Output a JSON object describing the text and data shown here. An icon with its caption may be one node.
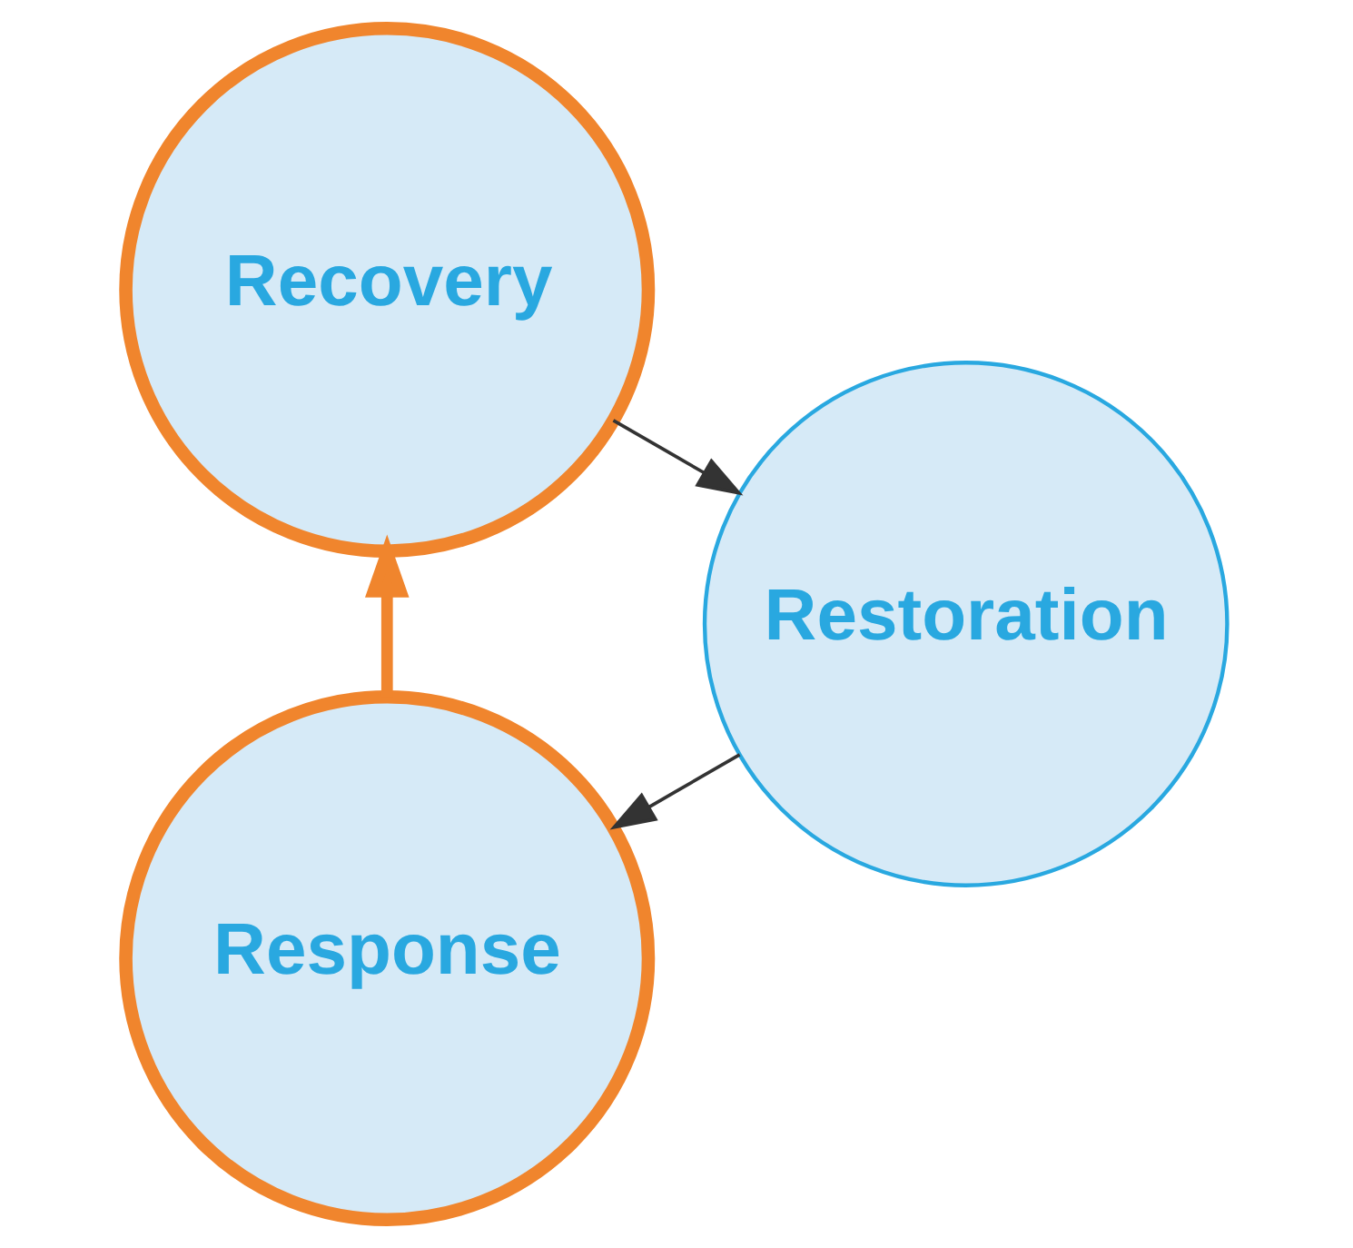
{
  "diagram": {
    "nodes": [
      {
        "text": [
          "Response"
        ]
      },
      {
        "text": [
          "Recovery"
        ]
      },
      {
        "text": [
          "Restoration"
        ]
      }
    ],
    "edges": [
      {
        "from": 0,
        "to": 1,
        "arrow": "to",
        "style": "thick",
        "color": "#f0852d"
      },
      {
        "from": 1,
        "to": 2,
        "arrow": "to"
      },
      {
        "from": 2,
        "to": 0,
        "arrow": "to"
      }
    ]
  }
}
